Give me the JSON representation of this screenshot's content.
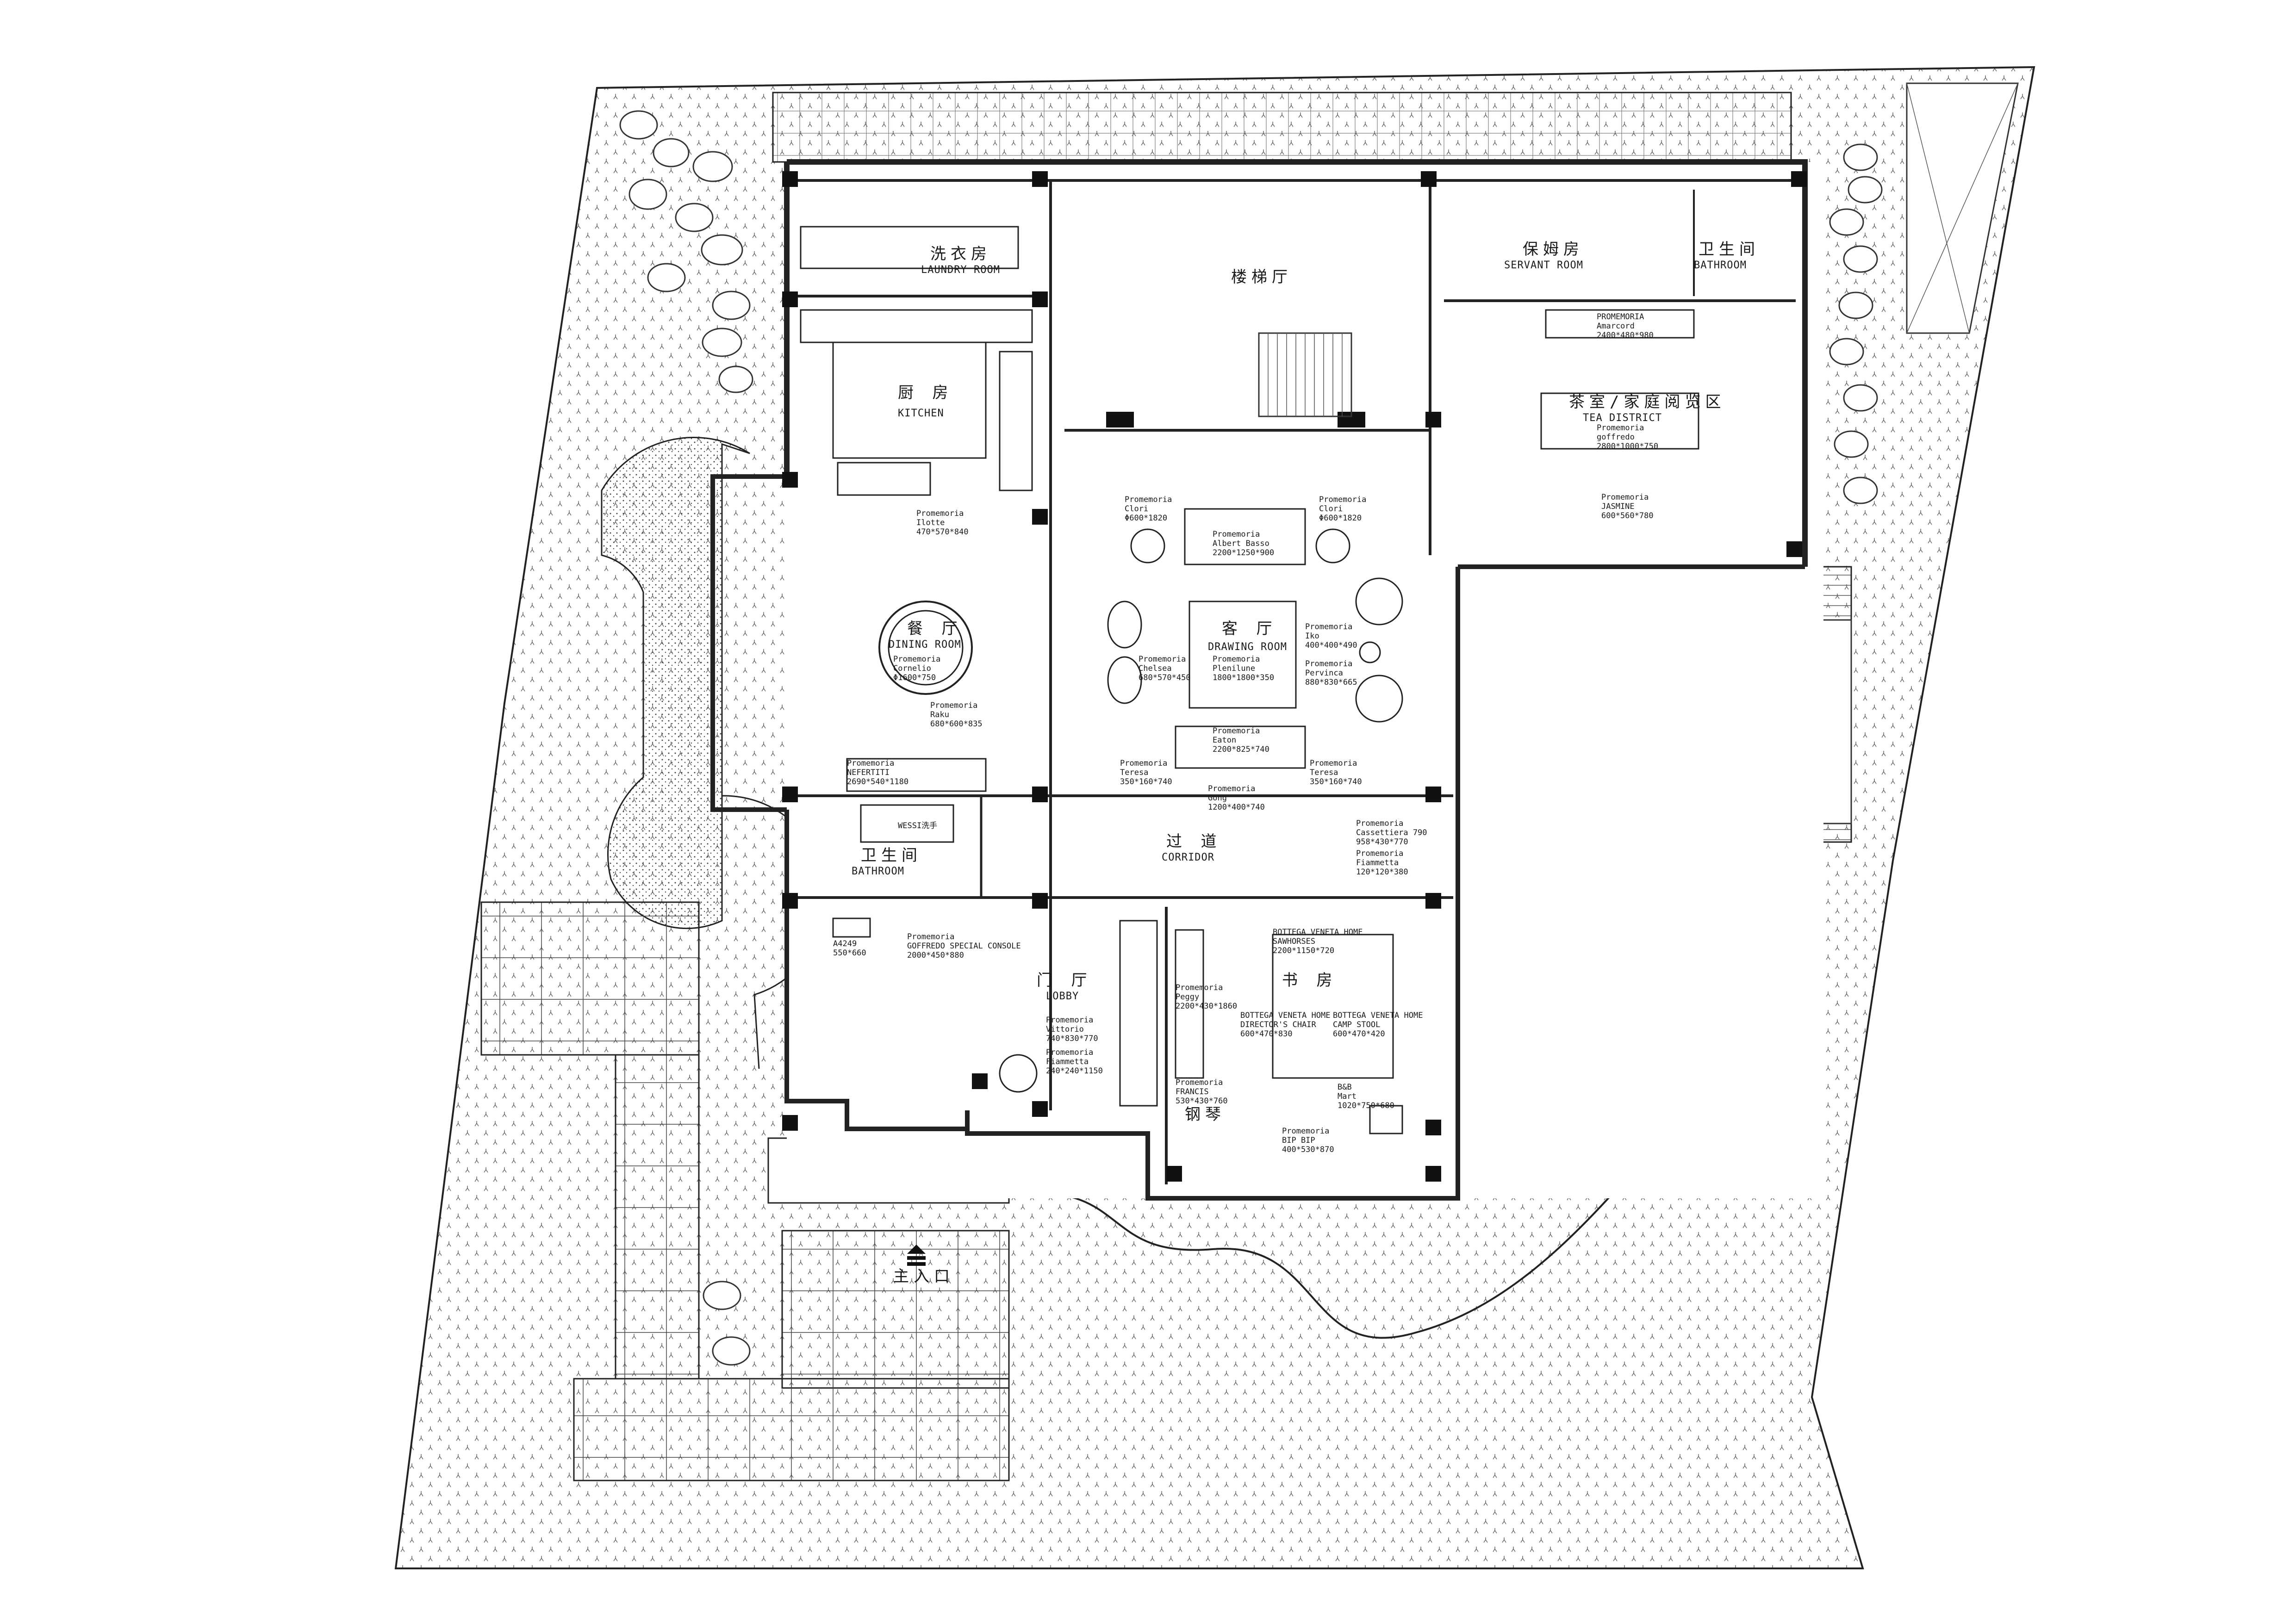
{
  "rooms": {
    "laundry": {
      "zh": "洗衣房",
      "en": "LAUNDRY ROOM"
    },
    "stair": {
      "zh": "楼梯厅",
      "en": ""
    },
    "servant": {
      "zh": "保姆房",
      "en": "SERVANT ROOM"
    },
    "bath_top": {
      "zh": "卫生间",
      "en": "BATHROOM"
    },
    "kitchen": {
      "zh": "厨 房",
      "en": "KITCHEN"
    },
    "tea": {
      "zh": "茶室/家庭阅览区",
      "en": "TEA DISTRICT"
    },
    "dining": {
      "zh": "餐 厅",
      "en": "DINING ROOM"
    },
    "drawing": {
      "zh": "客 厅",
      "en": "DRAWING ROOM"
    },
    "corridor": {
      "zh": "过 道",
      "en": "CORRIDOR"
    },
    "bath_low": {
      "zh": "卫生间",
      "en": "BATHROOM"
    },
    "lobby": {
      "zh": "门 厅",
      "en": "LOBBY"
    },
    "study": {
      "zh": "书 房",
      "en": ""
    },
    "piano": {
      "zh": "钢琴",
      "en": ""
    },
    "entrance": {
      "zh": "主入口",
      "en": ""
    }
  },
  "furniture": {
    "tea_sideboard": [
      "PROMEMORIA",
      "Amarcord",
      "2400*480*980"
    ],
    "tea_table": [
      "Promemoria",
      "goffredo",
      "2800*1000*750"
    ],
    "tea_chair": [
      "Promemoria",
      "JASMINE",
      "600*560*780"
    ],
    "stool": [
      "Promemoria",
      "Ilotte",
      "470*570*840"
    ],
    "dining_table": [
      "Promemoria",
      "Cornelio",
      "Φ1600*750"
    ],
    "raku": [
      "Promemoria",
      "Raku",
      "680*600*835"
    ],
    "nefertiti": [
      "Promemoria",
      "NEFERTITI",
      "2690*540*1180"
    ],
    "clori_l": [
      "Promemoria",
      "Clori",
      "Φ600*1820"
    ],
    "sofa": [
      "Promemoria",
      "Albert Basso",
      "2200*1250*900"
    ],
    "clori_r": [
      "Promemoria",
      "Clori",
      "Φ600*1820"
    ],
    "iko": [
      "Promemoria",
      "Iko",
      "400*400*490"
    ],
    "chelsea": [
      "Promemoria",
      "Chelsea",
      "680*570*450"
    ],
    "plenilune": [
      "Promemoria",
      "Plenilune",
      "1800*1800*350"
    ],
    "pervinca": [
      "Promemoria",
      "Pervinca",
      "880*830*665"
    ],
    "eaton": [
      "Promemoria",
      "Eaton",
      "2200*825*740"
    ],
    "teresa_l": [
      "Promemoria",
      "Teresa",
      "350*160*740"
    ],
    "teresa_r": [
      "Promemoria",
      "Teresa",
      "350*160*740"
    ],
    "gong": [
      "Promemoria",
      "Gong",
      "1200*400*740"
    ],
    "cassettiera": [
      "Promemoria",
      "Cassettiera 790",
      "958*430*770"
    ],
    "fiammetta_c": [
      "Promemoria",
      "Fiammetta",
      "120*120*380"
    ],
    "a4249": [
      "A4249",
      "550*660"
    ],
    "console": [
      "Promemoria",
      "GOFFREDO SPECIAL CONSOLE",
      "2000*450*880"
    ],
    "vittorio": [
      "Promemoria",
      "Vittorio",
      "740*830*770"
    ],
    "fiammetta_l": [
      "Promemoria",
      "Fiammetta",
      "240*240*1150"
    ],
    "peggy": [
      "Promemoria",
      "Peggy",
      "2200*430*1860"
    ],
    "sawhorses": [
      "BOTTEGA VENETA HOME",
      "SAWHORSES",
      "2200*1150*720"
    ],
    "directors": [
      "BOTTEGA VENETA HOME",
      "DIRECTOR'S CHAIR",
      "600*470*830"
    ],
    "camp_stool": [
      "BOTTEGA VENETA HOME",
      "CAMP STOOL",
      "600*470*420"
    ],
    "francis": [
      "Promemoria",
      "FRANCIS",
      "530*430*760"
    ],
    "bip_bip": [
      "Promemoria",
      "BIP BIP",
      "400*530*870"
    ],
    "b_b": [
      "B&B",
      "Mart",
      "1020*750*680"
    ]
  },
  "misc": {
    "wash_label": "WESSI洗手"
  }
}
